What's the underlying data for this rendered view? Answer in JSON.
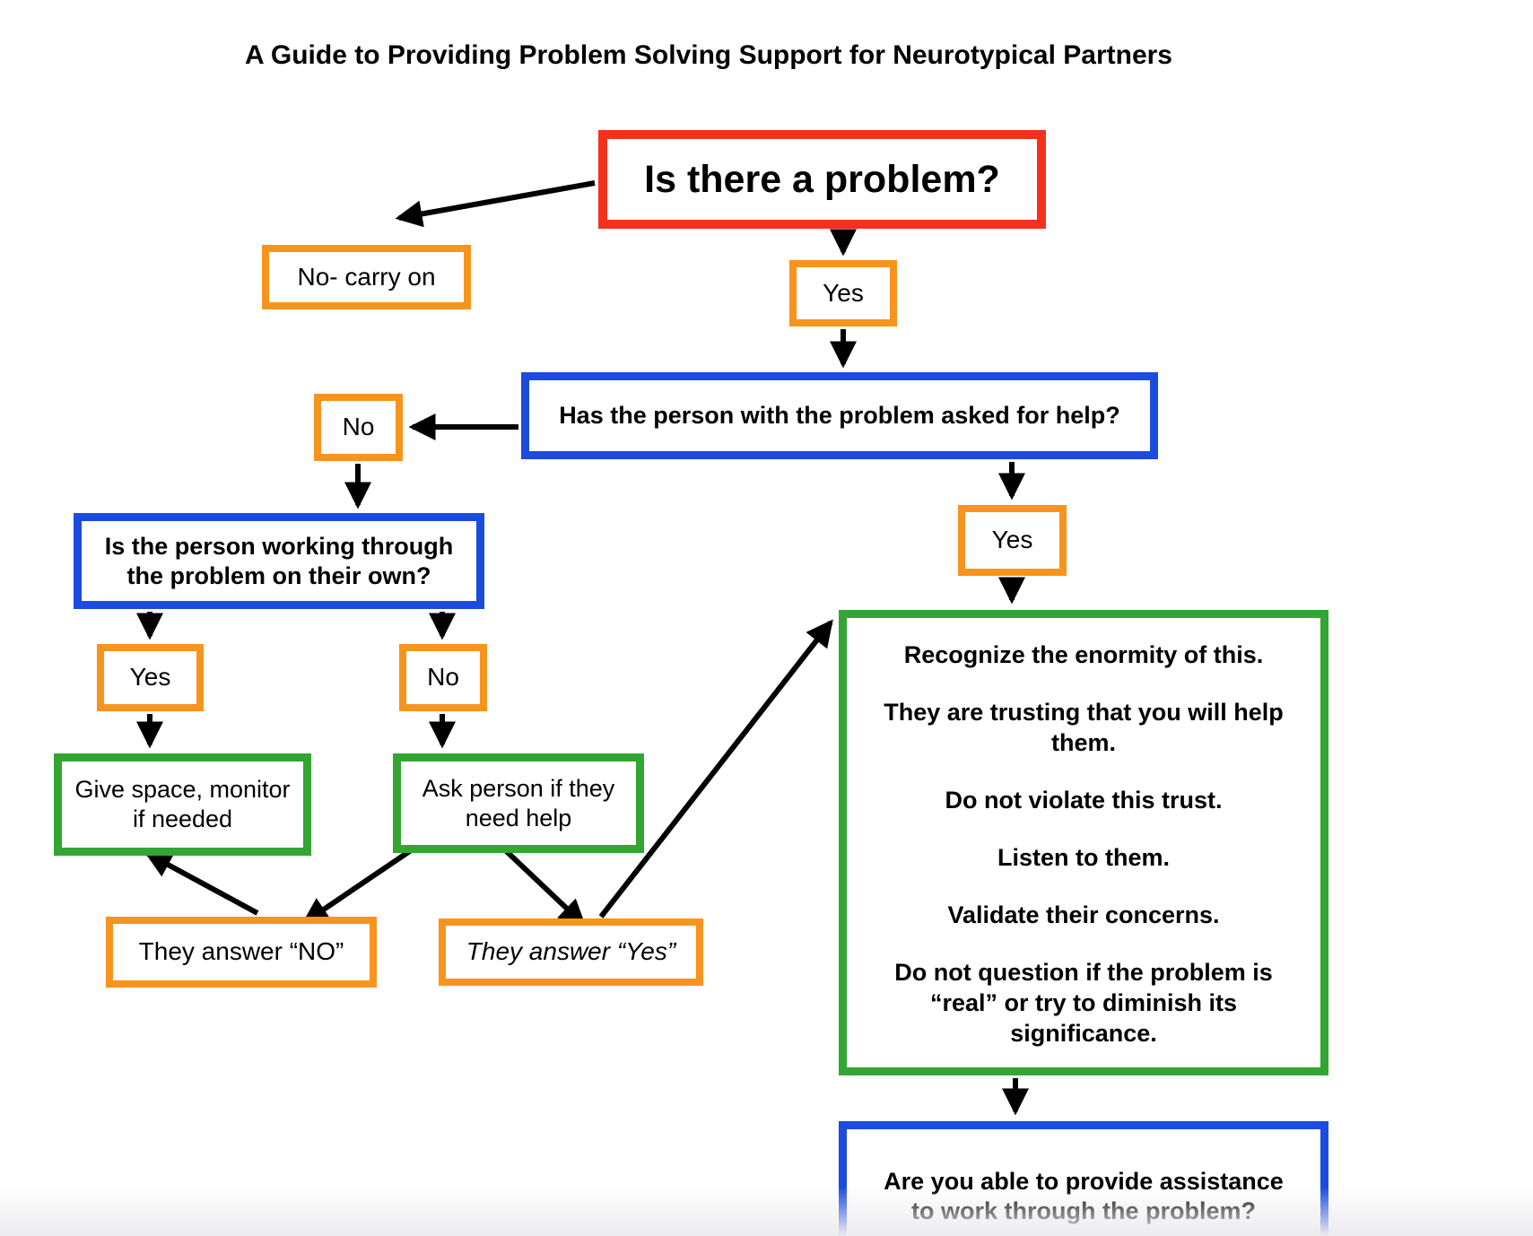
{
  "title": "A Guide to Providing Problem Solving Support for Neurotypical Partners",
  "colors": {
    "red": "#F5311D",
    "orange": "#F7941E",
    "blue": "#1C4BE0",
    "green": "#33A532",
    "arrow": "#000000",
    "background": "#FFFFFF"
  },
  "nodes": {
    "is_there_a_problem": {
      "label": "Is there a problem?"
    },
    "no_carry_on": {
      "label": "No- carry on"
    },
    "yes_to_problem": {
      "label": "Yes"
    },
    "asked_for_help": {
      "label": "Has the person with the problem asked for help?"
    },
    "not_asked": {
      "label": "No"
    },
    "working_through_own": {
      "line1": "Is the person working through",
      "line2": "the problem on their own?"
    },
    "working_yes": {
      "label": "Yes"
    },
    "working_no": {
      "label": "No"
    },
    "give_space": {
      "line1": "Give space, monitor",
      "line2": "if needed"
    },
    "ask_person": {
      "line1": "Ask person if they",
      "line2": "need help"
    },
    "they_answer_no": {
      "label": "They answer “NO”"
    },
    "they_answer_yes": {
      "label": "They answer “Yes”"
    },
    "asked_yes": {
      "label": "Yes"
    },
    "recognize": {
      "p1": "Recognize the enormity of this.",
      "p2": "They are trusting that you will help them.",
      "p3": "Do not violate this trust.",
      "p4": "Listen to them.",
      "p5": "Validate their concerns.",
      "p6": "Do not question if the problem is “real” or try to diminish its significance."
    },
    "able_to_assist": {
      "line1": "Are you able to provide assistance",
      "line2": "to work through the problem?"
    }
  }
}
